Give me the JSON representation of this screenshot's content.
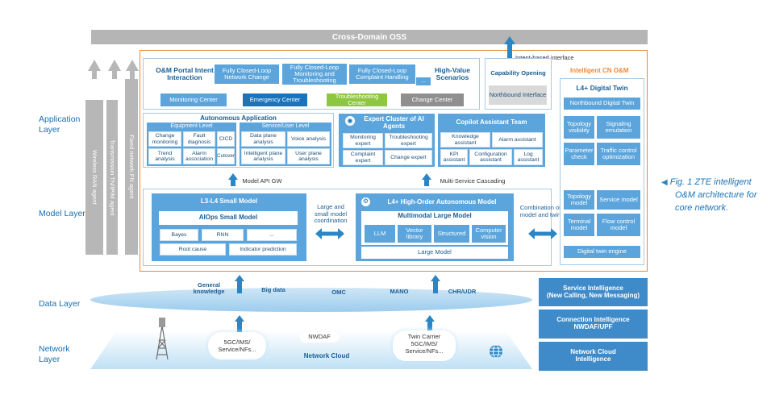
{
  "layers": {
    "application": "Application Layer",
    "model": "Model Layer",
    "data": "Data Layer",
    "network": "Network Layer"
  },
  "top": {
    "oss": "Cross-Domain OSS",
    "intent": "Intent-based interface",
    "cn_om": "Intelligent CN O&M"
  },
  "agents": [
    "Wireless RAN agent",
    "Transmission TN/IP/M agent",
    "Fixed network FN agent"
  ],
  "scenarios": {
    "portal": "O&M Portal Intent Interaction",
    "items": [
      "Fully Closed-Loop Network Change",
      "Fully Closed-Loop Monitoring and Troubleshooting",
      "Fully Closed-Loop Complaint Handling",
      "..."
    ],
    "hv": "High-Value Scenarios",
    "centers": [
      "Monitoring Center",
      "Emergency Center",
      "Troubleshooting Center",
      "Change Center"
    ]
  },
  "capability": {
    "title": "Capability Opening",
    "nb": "Northbound Interface"
  },
  "auto_app": {
    "title": "Autonomous Application",
    "equip": "Equipment Level",
    "service": "Service/User Level",
    "equip_cells": [
      "Change monitoring",
      "Fault diagnosis",
      "CICD",
      "Trend analysis",
      "Alarm association",
      "Cutover"
    ],
    "service_cells": [
      "Data plane analysis",
      "Voice analysis",
      "Intelligent plane analysis",
      "User plane analysis"
    ]
  },
  "expert": {
    "title": "Expert Cluster of AI Agents",
    "cells": [
      "Monitoring expert",
      "Troubleshooting expert",
      "Complaint expert",
      "Change expert"
    ]
  },
  "copilot": {
    "title": "Copilot Assistant Team",
    "cells": [
      "Knowledge assistant",
      "Alarm assistant",
      "KPI assistant",
      "Configuration assistant",
      "Log assistant"
    ]
  },
  "arrows": {
    "api": "Model API GW",
    "cascade": "Multi-Service Cascading"
  },
  "small_model": {
    "title": "L3-L4 Small Model",
    "aiops": "AIOps Small Model",
    "cells": [
      "Bayes",
      "RNN",
      "...",
      "Root cause",
      "Indicator prediction"
    ]
  },
  "coord": "Large and small model coordination",
  "large_model": {
    "title": "L4+ High-Order Autonomous Model",
    "multimodal": "Multimodal Large Model",
    "cells": [
      "LLM",
      "Vector library",
      "Structured",
      "Computer vision"
    ],
    "bottom": "Large Model"
  },
  "combo": "Combination of model and twin",
  "twin": {
    "title": "L4+ Digital Twin",
    "nb": "Northbound Digital Twin",
    "cells": [
      "Topology visibility",
      "Signaling emulation",
      "Parameter check",
      "Traffic control optimization",
      "Topology model",
      "Service model",
      "Terminal model",
      "Flow control model"
    ],
    "engine": "Digital twin engine"
  },
  "data_layer": {
    "items": [
      "General knowledge",
      "Big data",
      "OMC",
      "MANO",
      "CHR/UDR"
    ]
  },
  "network": {
    "cloud1": "5GC/IMS/ Service/NFs...",
    "nwdaf": "NWDAF",
    "cloud_label": "Network Cloud",
    "twin_carrier": "Twin Carrier",
    "cloud2": "5GC/IMS/ Service/NFs..."
  },
  "right": [
    {
      "title": "Service Intelligence",
      "sub": "(New Calling, New Messaging)"
    },
    {
      "title": "Connection Intelligence",
      "sub": "NWDAF/UPF"
    },
    {
      "title": "Network Cloud",
      "sub": "Intelligence"
    }
  ],
  "caption": [
    "Fig. 1 ZTE intelligent",
    "O&M architecture for",
    "core network."
  ],
  "colors": {
    "orange": "#e88a3a",
    "light_blue": "#5ba5dc",
    "dark_blue": "#1b73bb",
    "green": "#8dc63f",
    "grey": "#b5b5b5"
  }
}
